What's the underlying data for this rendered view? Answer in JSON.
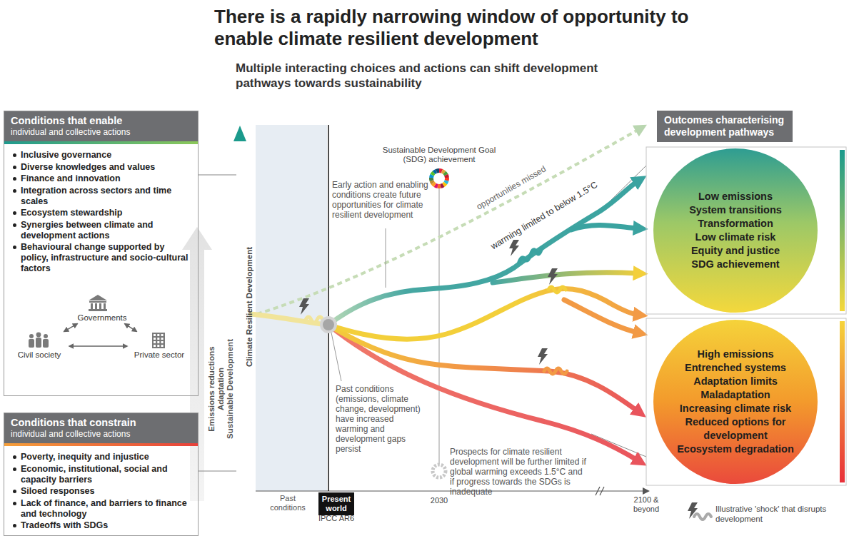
{
  "diagram": {
    "title": "There is a rapidly narrowing window of opportunity to enable climate resilient development",
    "nodes": [
      {
        "text": [
          "Conditions that enable",
          "individual and collective actions",
          "Inclusive governance",
          "Diverse knowledges and values",
          "Finance and innovation",
          "Integration across sectors and time scales",
          "Ecosystem stewardship",
          "Synergies between climate and development actions",
          "Behavioural change supported by policy, infrastructure and socio-cultural factors"
        ]
      },
      {
        "text": [
          "Governments"
        ],
        "in": 0
      },
      {
        "text": [
          "Civil society"
        ],
        "in": 0
      },
      {
        "text": [
          "Private sector"
        ],
        "in": 0
      },
      {
        "text": [
          "Conditions that constrain",
          "individual and collective actions",
          "Poverty, inequity and injustice",
          "Economic, institutional, social and capacity barriers",
          "Siloed responses",
          "Lack of finance, and barriers to finance and technology",
          "Tradeoffs with SDGs"
        ]
      },
      {
        "text": [
          "Outcomes characterising development pathways"
        ]
      },
      {
        "text": [
          "Low emissions",
          "System transitions",
          "Transformation",
          "Low climate risk",
          "Equity and justice",
          "SDG achievement"
        ]
      },
      {
        "text": [
          "High emissions",
          "Entrenched systems",
          "Adaptation limits",
          "Maladaptation",
          "Increasing climate risk",
          "Reduced options for development",
          "Ecosystem degradation"
        ]
      }
    ],
    "edges": [
      {
        "from": 1,
        "to": 2,
        "arrow": "both"
      },
      {
        "from": 2,
        "to": 3,
        "arrow": "both"
      },
      {
        "from": 3,
        "to": 1,
        "arrow": "both"
      }
    ],
    "labels": [
      "Multiple interacting choices and actions can shift development pathways towards sustainability",
      "Emissions reductions",
      "Adaptation",
      "Sustainable Development",
      "Climate Resilient Development",
      "Sustainable Development Goal (SDG) achievement",
      "opportunities missed",
      "Early action and enabling conditions create future opportunities for climate resilient development",
      "warming limited to below 1.5°C",
      "Past conditions (emissions, climate change, development) have increased warming and development gaps persist",
      "Prospects for climate resilient development will be further limited if global warming exceeds 1.5°C and if progress towards the SDGs is inadequate",
      "Past conditions",
      "Present world",
      "IPCC AR6",
      "2030",
      "2100 & beyond"
    ],
    "legend": [
      {
        "text": "Illustrative 'shock' that disrupts development"
      }
    ]
  }
}
